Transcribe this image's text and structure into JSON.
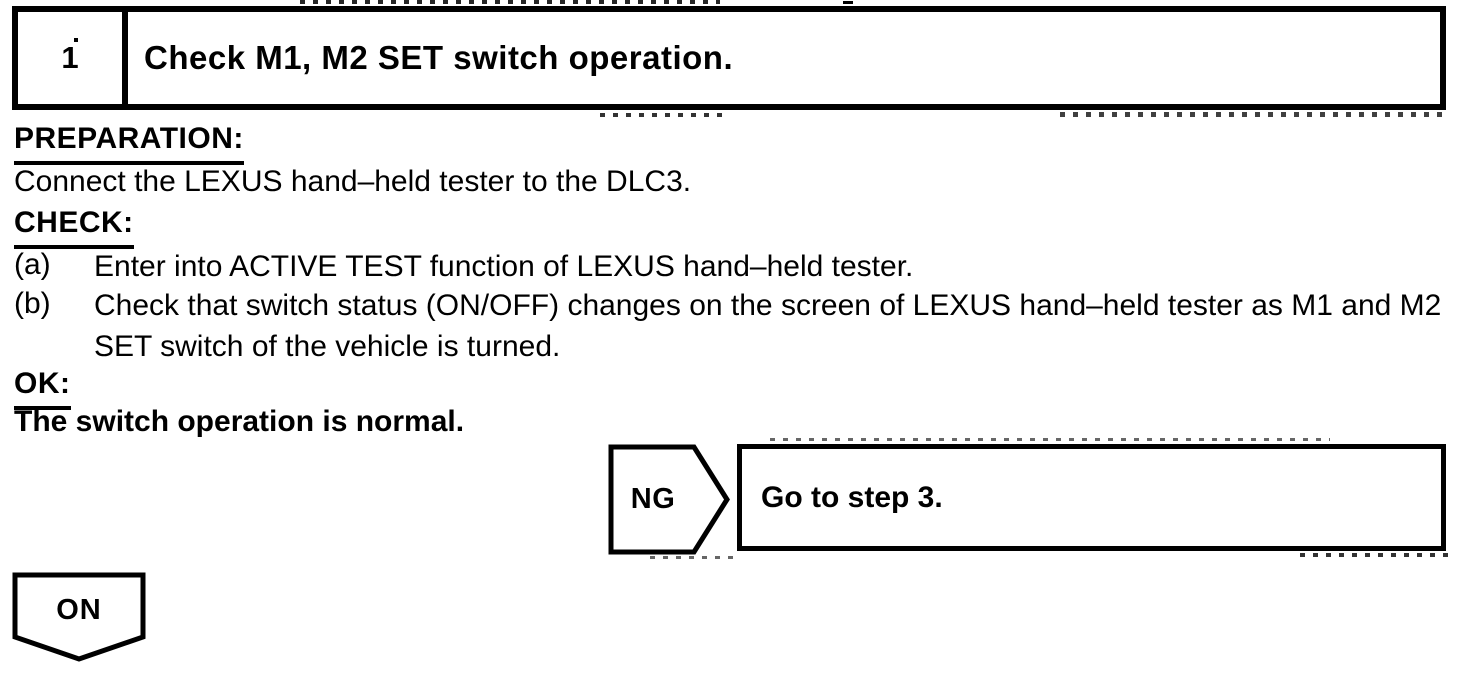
{
  "colors": {
    "ink": "#000000",
    "paper": "#ffffff"
  },
  "step": {
    "number": "1",
    "title": "Check M1, M2 SET switch operation."
  },
  "preparation": {
    "label": "PREPARATION:",
    "text": "Connect the LEXUS hand–held tester to the DLC3."
  },
  "check": {
    "label": "CHECK:",
    "items": [
      {
        "marker": "(a)",
        "text": "Enter into ACTIVE TEST function of LEXUS hand–held tester."
      },
      {
        "marker": "(b)",
        "text": "Check that switch status (ON/OFF) changes on the screen of LEXUS hand–held tester as M1 and M2 SET switch of the vehicle is turned."
      }
    ]
  },
  "ok": {
    "label": "OK:",
    "text": "The switch operation is normal."
  },
  "ng_branch": {
    "flag_label": "NG",
    "action": "Go to step 3."
  },
  "flow_flag": {
    "label": "ON"
  }
}
